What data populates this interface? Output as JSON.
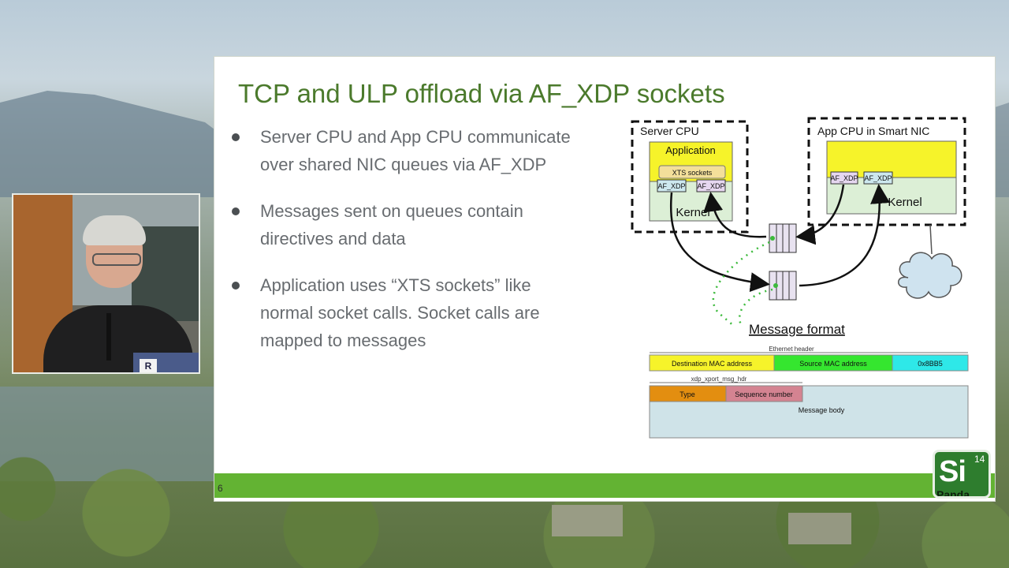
{
  "slide": {
    "title": "TCP and ULP offload via AF_XDP sockets",
    "bullets": [
      {
        "lines": [
          "Server CPU and App CPU communicate",
          "over shared NIC queues via AF_XDP"
        ]
      },
      {
        "lines": [
          "Messages sent on queues contain",
          "directives and data"
        ]
      },
      {
        "lines": [
          "Application uses “XTS sockets” like",
          "normal socket calls. Socket calls are",
          "mapped to messages"
        ]
      }
    ],
    "page_number": "6"
  },
  "diagram": {
    "server_cpu": "Server CPU",
    "application": "Application",
    "xts_sockets": "XTS sockets",
    "af_xdp": "AF_XDP",
    "kernel": "Kernel",
    "app_cpu": "App CPU in Smart NIC",
    "message_format": "Message format",
    "ethernet_header": "Ethernet header",
    "dest_mac": "Destination MAC address",
    "src_mac": "Source MAC address",
    "ethertype": "0x8BB5",
    "xdp_hdr": "xdp_xport_msg_hdr",
    "type": "Type",
    "seq_num": "Sequence number",
    "msg_body": "Message body"
  },
  "logo": {
    "text": "Si",
    "superscript": "14",
    "subtext": "Panda"
  },
  "colors": {
    "title_green": "#4b7a2c",
    "footer_green": "#63b333",
    "app_yellow": "#f6f32a",
    "kernel_green": "#dcefd6",
    "src_mac_green": "#35e62f",
    "ethertype_cyan": "#2ee8e8",
    "type_orange": "#e38e10",
    "seq_pink": "#d48391",
    "body_blue": "#cfe3e8"
  }
}
